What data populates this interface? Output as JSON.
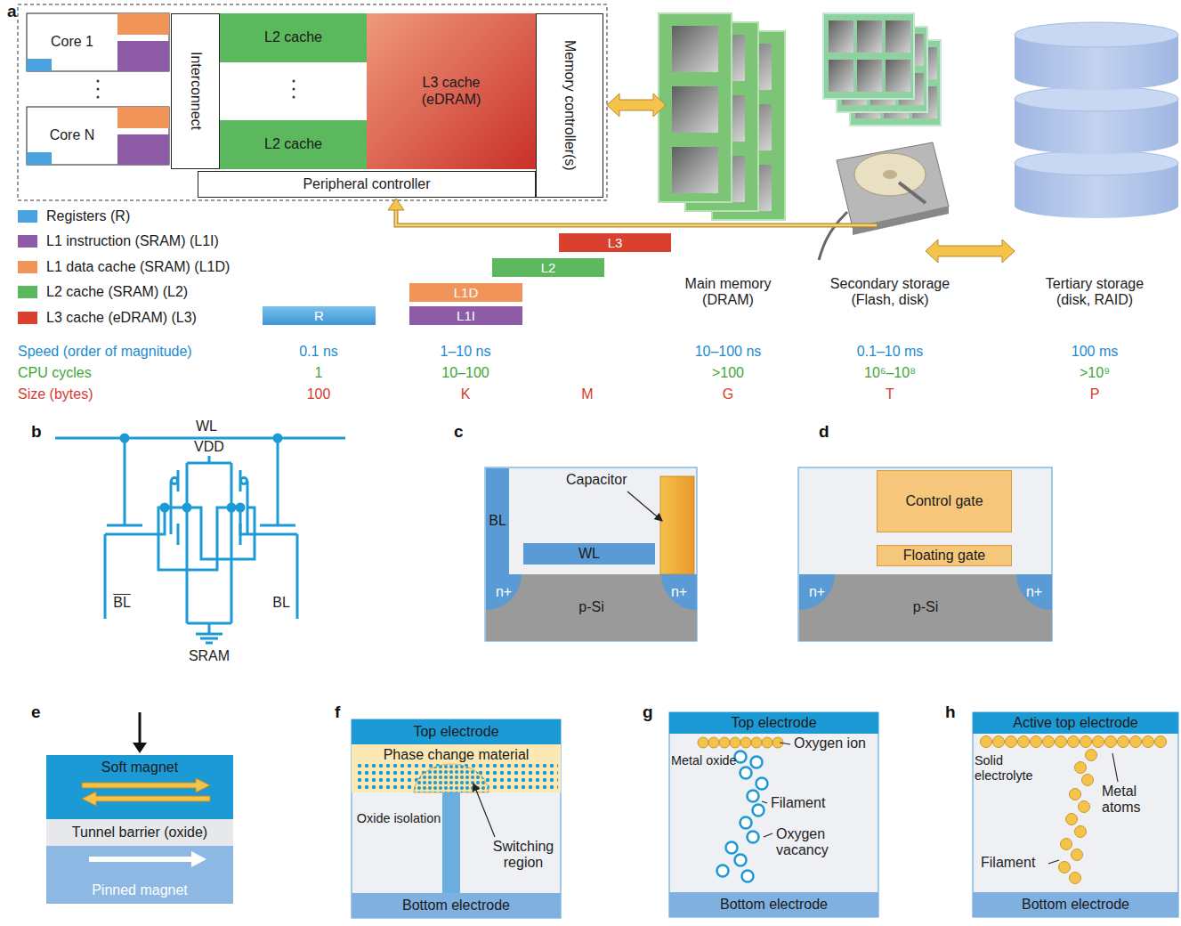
{
  "diagram": {
    "nodes": [
      {
        "text": [
          "Core 1"
        ]
      },
      {
        "text": [
          "Core N"
        ]
      },
      {
        "text": [
          "Interconnect"
        ]
      },
      {
        "text": [
          "L2 cache"
        ]
      },
      {
        "text": [
          "L2 cache"
        ]
      },
      {
        "text": [
          "L3 cache (eDRAM)"
        ]
      },
      {
        "text": [
          "Memory controller(s)"
        ]
      },
      {
        "text": [
          "Peripheral controller"
        ]
      },
      {
        "text": [
          "L3"
        ]
      },
      {
        "text": [
          "L2"
        ]
      },
      {
        "text": [
          "L1D"
        ]
      },
      {
        "text": [
          "R"
        ]
      },
      {
        "text": [
          "L1I"
        ]
      },
      {
        "text": [
          "BL"
        ]
      },
      {
        "text": [
          "WL"
        ]
      },
      {
        "text": [
          "p-Si"
        ]
      },
      {
        "text": [
          "n+"
        ],
        "in": 15
      },
      {
        "text": [
          "n+"
        ],
        "in": 15
      },
      {
        "text": [
          "Control gate"
        ]
      },
      {
        "text": [
          "Floating gate"
        ]
      },
      {
        "text": [
          "p-Si"
        ]
      },
      {
        "text": [
          "n+"
        ],
        "in": 20
      },
      {
        "text": [
          "n+"
        ],
        "in": 20
      },
      {
        "text": [
          "Soft magnet"
        ]
      },
      {
        "text": [
          "Tunnel barrier (oxide)"
        ]
      },
      {
        "text": [
          "Pinned magnet"
        ]
      },
      {
        "text": [
          "Top electrode"
        ]
      },
      {
        "text": [
          "Phase change material"
        ]
      },
      {
        "text": [
          "Oxide isolation"
        ]
      },
      {
        "text": [
          "Bottom electrode"
        ]
      },
      {
        "text": [
          "Top electrode"
        ]
      },
      {
        "text": [
          "Metal oxide"
        ]
      },
      {
        "text": [
          "Bottom electrode"
        ]
      },
      {
        "text": [
          "Active top electrode"
        ]
      },
      {
        "text": [
          "Solid electrolyte"
        ]
      },
      {
        "text": [
          "Bottom electrode"
        ]
      }
    ],
    "labels": [
      "a",
      "Main memory (DRAM)",
      "Secondary storage (Flash, disk)",
      "Tertiary storage (disk, RAID)",
      "Speed (order of magnitude)",
      "0.1 ns",
      "1–10 ns",
      "10–100 ns",
      "0.1–10 ms",
      "100 ms",
      "CPU cycles",
      "1",
      "10–100",
      ">100",
      "10⁶–10⁸",
      ">10⁹",
      "Size (bytes)",
      "100",
      "K",
      "M",
      "G",
      "T",
      "P",
      "b",
      "WL",
      "VDD",
      "BL",
      "BL",
      "SRAM",
      "c",
      "Capacitor",
      "d",
      "e",
      "f",
      "Switching region",
      "g",
      "Oxygen ion",
      "Filament",
      "Oxygen vacancy",
      "h",
      "Metal atoms",
      "Filament"
    ],
    "legend": [
      {
        "text": "Registers (R)",
        "color": "#4aa3df"
      },
      {
        "text": "L1 instruction (SRAM) (L1I)",
        "color": "#8e5ba6"
      },
      {
        "text": "L1 data cache (SRAM) (L1D)",
        "color": "#f0945a"
      },
      {
        "text": "L2 cache (SRAM) (L2)",
        "color": "#5cb85c"
      },
      {
        "text": "L3 cache (eDRAM) (L3)",
        "color": "#d9412e"
      }
    ]
  }
}
